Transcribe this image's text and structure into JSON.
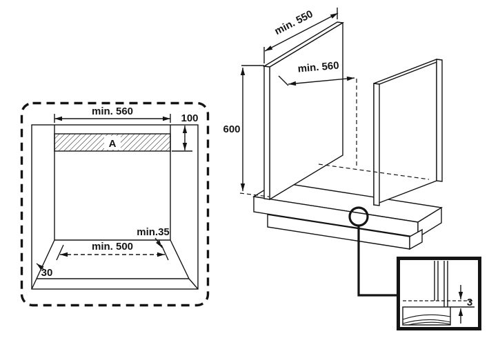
{
  "front_view": {
    "opening_width": "min. 560",
    "top_clearance": "100",
    "vent_area": "A",
    "front_edge_min": "min.35",
    "base_depth": "min. 500",
    "side_offset": "30"
  },
  "iso_view": {
    "depth": "min. 550",
    "width": "min. 560",
    "height": "600"
  },
  "detail_view": {
    "gap": "3"
  }
}
